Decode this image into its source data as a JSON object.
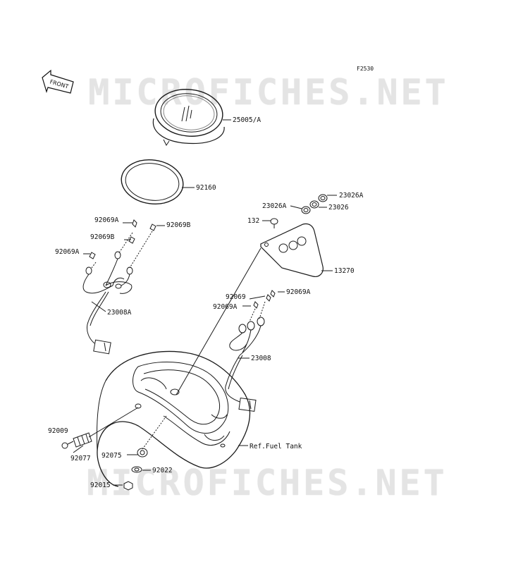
{
  "figure_code": "F2530",
  "watermark_text": "MICROFICHES.NET",
  "front_arrow_label": "FRONT",
  "colors": {
    "line": "#1a1a1a",
    "watermark": "#e4e4e4",
    "background": "#ffffff"
  },
  "callouts": [
    {
      "id": "25005A",
      "text": "25005/A"
    },
    {
      "id": "92160",
      "text": "92160"
    },
    {
      "id": "23026A_top",
      "text": "23026A"
    },
    {
      "id": "23026A_left",
      "text": "23026A"
    },
    {
      "id": "23026",
      "text": "23026"
    },
    {
      "id": "132",
      "text": "132"
    },
    {
      "id": "13270",
      "text": "13270"
    },
    {
      "id": "92069A_1",
      "text": "92069A"
    },
    {
      "id": "92069B_right",
      "text": "92069B"
    },
    {
      "id": "92069B_left",
      "text": "92069B"
    },
    {
      "id": "92069A_2",
      "text": "92069A"
    },
    {
      "id": "23008A",
      "text": "23008A"
    },
    {
      "id": "92069",
      "text": "92069"
    },
    {
      "id": "92069A_3",
      "text": "92069A"
    },
    {
      "id": "92069A_4",
      "text": "92069A"
    },
    {
      "id": "23008",
      "text": "23008"
    },
    {
      "id": "ref_fuel_tank",
      "text": "Ref.Fuel Tank"
    },
    {
      "id": "92009",
      "text": "92009"
    },
    {
      "id": "92077",
      "text": "92077"
    },
    {
      "id": "92075",
      "text": "92075"
    },
    {
      "id": "92022",
      "text": "92022"
    },
    {
      "id": "92015",
      "text": "92015"
    }
  ]
}
